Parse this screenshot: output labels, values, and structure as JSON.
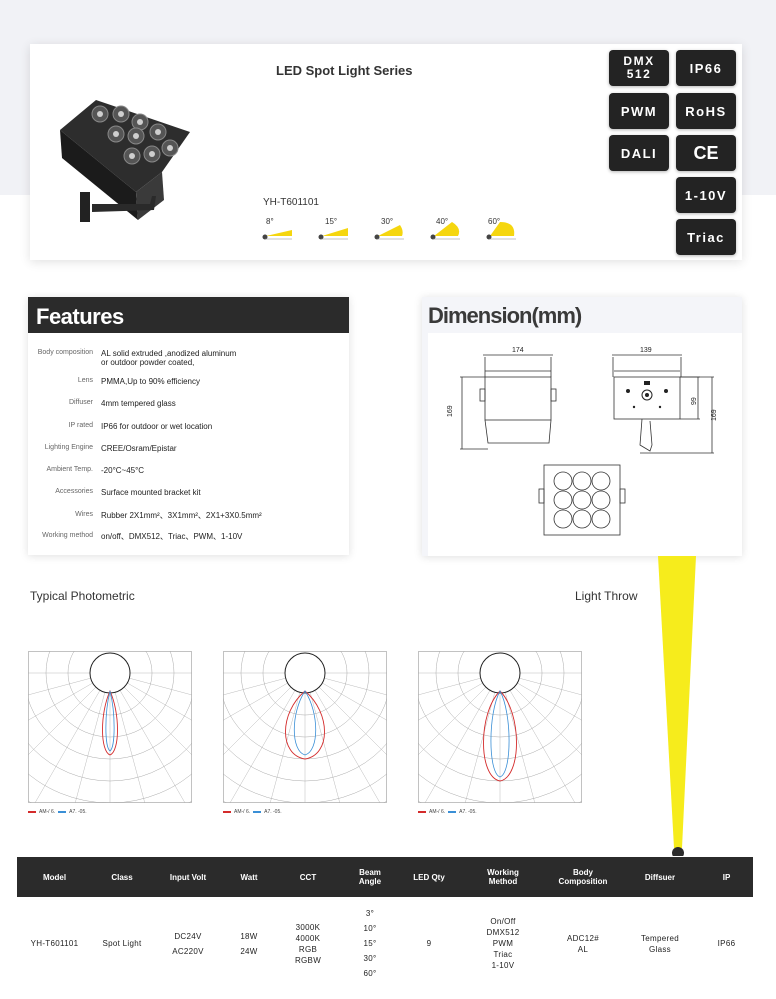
{
  "product": {
    "title": "LED Spot Light Series",
    "model": "YH-T601101",
    "beam_angles": [
      "8°",
      "15°",
      "30°",
      "40°",
      "60°"
    ]
  },
  "badges": [
    "DMX 512",
    "IP66",
    "PWM",
    "RoHS",
    "DALI",
    "CE",
    "1-10V",
    "Triac"
  ],
  "features": {
    "title": "Features",
    "rows": [
      {
        "key": "Body composition",
        "value": "AL solid extruded ,anodized aluminum\nor outdoor powder coated,"
      },
      {
        "key": "Lens",
        "value": "PMMA,Up to 90% efficiency"
      },
      {
        "key": "Diffuser",
        "value": "4mm tempered glass"
      },
      {
        "key": "IP rated",
        "value": "IP66 for outdoor or wet location"
      },
      {
        "key": "Lighting Engine",
        "value": "CREE/Osram/Epistar"
      },
      {
        "key": "Ambient Temp.",
        "value": "-20°C~45°C"
      },
      {
        "key": "Accessories",
        "value": "Surface mounted bracket kit"
      },
      {
        "key": "Wires",
        "value": "Rubber 2X1mm²、3X1mm²、2X1+3X0.5mm²"
      },
      {
        "key": "Working method",
        "value": "on/off、DMX512、Triac、PWM、1-10V"
      }
    ]
  },
  "dimension": {
    "title": "Dimension(mm)",
    "labels": {
      "front_width": "174",
      "front_height": "169",
      "side_width": "139",
      "side_inner": "99",
      "side_height": "169"
    }
  },
  "sections": {
    "photometric": "Typical Photometric",
    "light_throw": "Light Throw"
  },
  "photometric": {
    "legend": [
      "AM-/ 6.",
      "A7. -05."
    ],
    "colors": {
      "series_a": "#d42b2b",
      "series_b": "#3a8fd6"
    }
  },
  "table": {
    "headers": [
      "Model",
      "Class",
      "Input Volt",
      "Watt",
      "CCT",
      "Beam\nAngle",
      "LED Qty",
      "Working\nMethod",
      "Body\nComposition",
      "Diffsuer",
      "IP"
    ],
    "row": [
      "YH-T601101",
      "Spot Light",
      "DC24V\nAC220V",
      "18W\n24W",
      "3000K\n4000K\nRGB\nRGBW",
      "3°\n10°\n15°\n30°\n60°",
      "9",
      "On/Off\nDMX512\nPWM\nTriac\n1-10V",
      "ADC12#\nAL",
      "Tempered\nGlass",
      "IP66"
    ]
  },
  "colors": {
    "accent_yellow": "#f6ec1c",
    "dark": "#2b2b2b"
  }
}
